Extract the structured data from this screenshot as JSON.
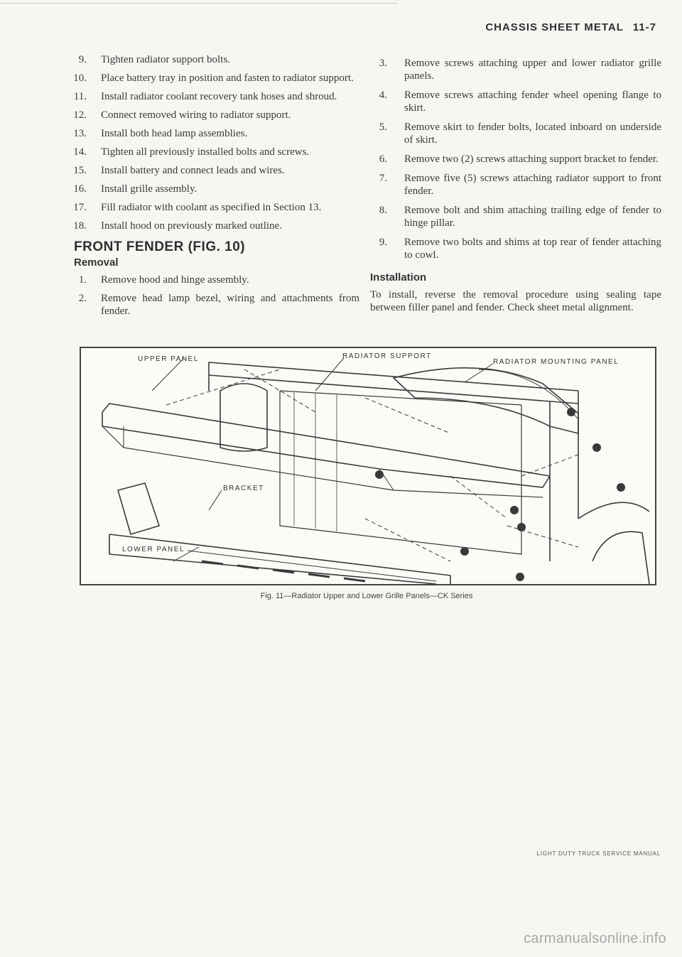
{
  "header": {
    "title": "CHASSIS SHEET METAL",
    "page": "11-7"
  },
  "left_steps": [
    {
      "num": "9.",
      "text": "Tighten radiator support bolts."
    },
    {
      "num": "10.",
      "text": "Place battery tray in position and fasten to radiator support."
    },
    {
      "num": "11.",
      "text": "Install radiator coolant recovery tank hoses and shroud."
    },
    {
      "num": "12.",
      "text": "Connect removed wiring to radiator support."
    },
    {
      "num": "13.",
      "text": "Install both head lamp assemblies."
    },
    {
      "num": "14.",
      "text": "Tighten all previously installed bolts and screws."
    },
    {
      "num": "15.",
      "text": "Install battery and connect leads and wires."
    },
    {
      "num": "16.",
      "text": "Install grille assembly."
    },
    {
      "num": "17.",
      "text": "Fill radiator with coolant as specified in Section 13."
    },
    {
      "num": "18.",
      "text": "Install hood on previously marked outline."
    }
  ],
  "section": {
    "title": "FRONT FENDER (FIG. 10)",
    "removal_title": "Removal",
    "removal_steps": [
      {
        "num": "1.",
        "text": "Remove hood and hinge assembly."
      },
      {
        "num": "2.",
        "text": "Remove head lamp bezel, wiring and attachments from fender."
      }
    ]
  },
  "right_steps": [
    {
      "num": "3.",
      "text": "Remove screws attaching upper and lower radiator grille panels."
    },
    {
      "num": "4.",
      "text": "Remove screws attaching fender wheel opening flange to skirt."
    },
    {
      "num": "5.",
      "text": "Remove skirt to fender bolts, located inboard on underside of skirt."
    },
    {
      "num": "6.",
      "text": "Remove two (2) screws attaching support bracket to fender."
    },
    {
      "num": "7.",
      "text": "Remove five (5) screws attaching radiator support to front fender."
    },
    {
      "num": "8.",
      "text": "Remove bolt and shim attaching trailing edge of fender to hinge pillar."
    },
    {
      "num": "9.",
      "text": "Remove two bolts and shims at top rear of fender attaching to cowl."
    }
  ],
  "installation": {
    "title": "Installation",
    "text": "To install, reverse the removal procedure using sealing tape between filler panel and fender. Check sheet metal alignment."
  },
  "figure": {
    "labels": {
      "upper_panel": "UPPER PANEL",
      "radiator_support": "RADIATOR SUPPORT",
      "radiator_mounting_panel": "RADIATOR MOUNTING PANEL",
      "bracket": "BRACKET",
      "lower_panel": "LOWER PANEL"
    },
    "caption": "Fig. 11—Radiator Upper and Lower Grille Panels—CK Series"
  },
  "footer": "LIGHT DUTY TRUCK SERVICE MANUAL",
  "watermark": "carmanualsonline.info"
}
